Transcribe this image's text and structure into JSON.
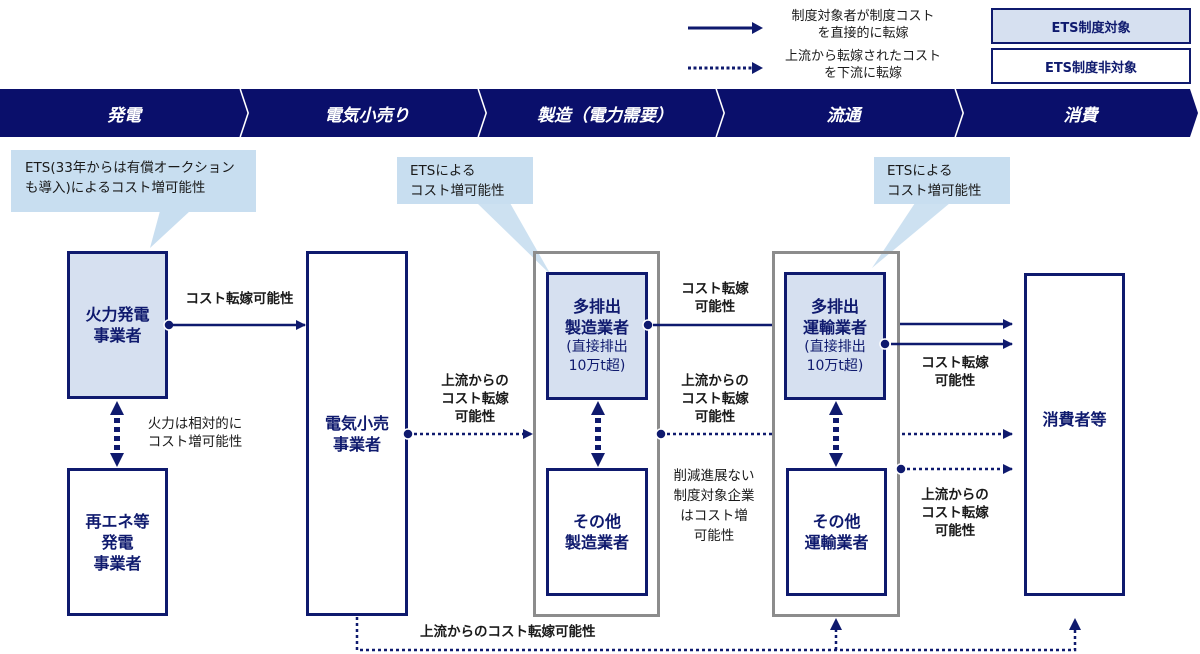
{
  "legend": {
    "solid_arrow_label": "制度対象者が制度コスト\nを直接的に転嫁",
    "dotted_arrow_label": "上流から転嫁されたコスト\nを下流に転嫁",
    "covered_label": "ETS制度対象",
    "not_covered_label": "ETS制度非対象"
  },
  "colors": {
    "navy": "#0f1a6e",
    "covered_fill": "#d6e0f0",
    "callout_fill": "#c8def0",
    "group_border": "#8c8c8c"
  },
  "stages": [
    {
      "label": "発電"
    },
    {
      "label": "電気小売り"
    },
    {
      "label": "製造（電力需要）"
    },
    {
      "label": "流通"
    },
    {
      "label": "消費"
    }
  ],
  "callouts": {
    "power": "ETS(33年からは有償オークション\nも導入)によるコスト増可能性",
    "manufacturing": "ETSによる\nコスト増可能性",
    "transport": "ETSによる\nコスト増可能性"
  },
  "nodes": {
    "thermal": {
      "title": "火力発電\n事業者",
      "covered": true
    },
    "renewable": {
      "title": "再エネ等\n発電\n事業者",
      "covered": false
    },
    "retail": {
      "title": "電気小売\n事業者",
      "covered": false
    },
    "heavy_mfg": {
      "title": "多排出\n製造業者",
      "sub": "(直接排出\n10万t超)",
      "covered": true
    },
    "other_mfg": {
      "title": "その他\n製造業者",
      "covered": false
    },
    "heavy_transport": {
      "title": "多排出\n運輸業者",
      "sub": "(直接排出\n10万t超)",
      "covered": true
    },
    "other_transport": {
      "title": "その他\n運輸業者",
      "covered": false
    },
    "consumer": {
      "title": "消費者等",
      "covered": false
    }
  },
  "flow_labels": {
    "thermal_to_retail": "コスト転嫁可能性",
    "thermal_vs_renewable": "火力は相対的に\nコスト増可能性",
    "retail_to_mfg": "上流からの\nコスト転嫁\n可能性",
    "mfg_to_transport_direct": "コスト転嫁\n可能性",
    "mfg_to_transport_upstream": "上流からの\nコスト転嫁\n可能性",
    "mfg_note": "削減進展ない\n制度対象企業\nはコスト増\n可能性",
    "transport_to_consumer_direct": "コスト転嫁\n可能性",
    "transport_to_consumer_upstream": "上流からの\nコスト転嫁\n可能性",
    "bottom_upstream": "上流からのコスト転嫁可能性"
  }
}
